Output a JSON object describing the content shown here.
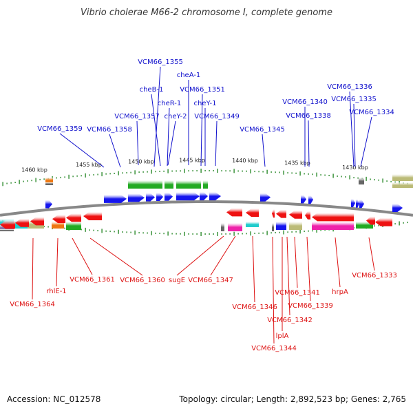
{
  "title": "Vibrio cholerae M66-2 chromosome I, complete genome",
  "footer": {
    "accession": "Accession: NC_012578",
    "summary": "Topology: circular; Length: 2,892,523 bp; Genes: 2,765"
  },
  "colors": {
    "forward_gene": "#1515ee",
    "reverse_gene": "#ee1111",
    "top_label": "#1010cc",
    "bottom_label": "#dd1111",
    "backbone": "#888888",
    "tick": "#2e8b2e",
    "cog_green": "#22aa22",
    "cog_magenta": "#ee22aa",
    "cog_cyan": "#22cccc",
    "cog_olive": "#bbbb77",
    "cog_orange": "#ee7711",
    "cog_gray": "#666666"
  },
  "scale_labels": [
    "1460 kbp",
    "1455 kbp",
    "1450 kbp",
    "1445 kbp",
    "1440 kbp",
    "1435 kbp",
    "1430 kbp"
  ],
  "top_genes": [
    "VCM66_1355",
    "cheA-1",
    "cheB-1",
    "VCM66_1351",
    "cheR-1",
    "cheY-1",
    "VCM66_1336",
    "VCM66_1340",
    "VCM66_1335",
    "VCM66_1357",
    "cheY-2",
    "VCM66_1349",
    "VCM66_1338",
    "VCM66_1334",
    "VCM66_1359",
    "VCM66_1358",
    "VCM66_1345"
  ],
  "bottom_genes": [
    "VCM66_1361",
    "VCM66_1360",
    "sugE",
    "VCM66_1347",
    "rhlE-1",
    "VCM66_1341",
    "hrpA",
    "VCM66_1333",
    "VCM66_1364",
    "VCM66_1346",
    "VCM66_1339",
    "VCM66_1342",
    "lplA",
    "VCM66_1344"
  ]
}
